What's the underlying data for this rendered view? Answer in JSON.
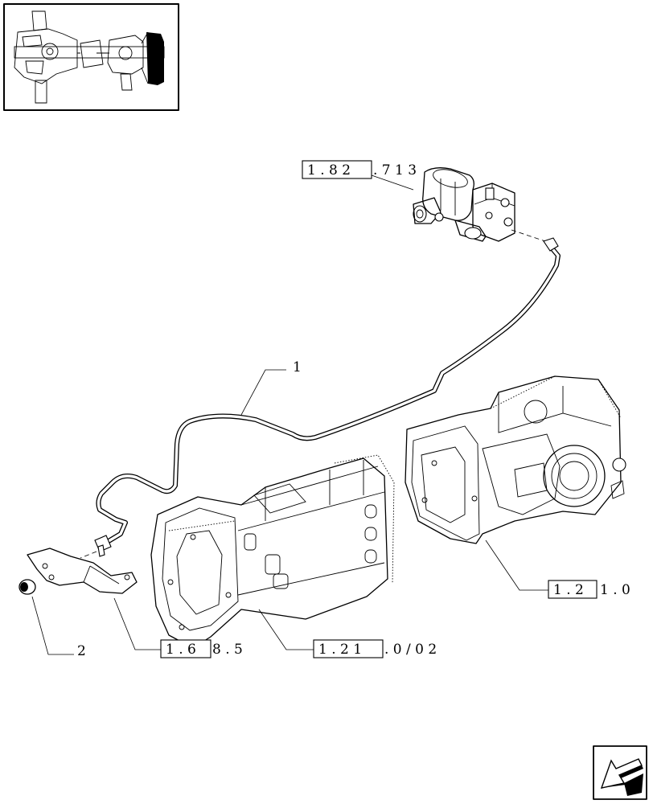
{
  "labels": {
    "part1": "1",
    "part2": "2",
    "ref_valve_box": "1 . 8 2",
    "ref_valve_tail": ". 7 1 3",
    "ref_rear_box": "1 . 2",
    "ref_rear_tail": "1 . 0",
    "ref_bracket_box": "1 . 6",
    "ref_bracket_tail": "8 . 5",
    "ref_front_box": "1 . 2 1",
    "ref_front_tail": ". 0 / 0 2"
  },
  "icons": {
    "thumbnail": "axle-thumbnail-icon",
    "nav": "back-arrow-icon"
  }
}
